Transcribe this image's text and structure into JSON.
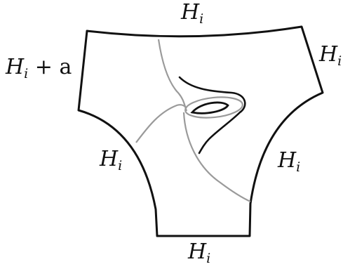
{
  "figure": {
    "labels": {
      "top": {
        "base": "H",
        "sub": "i",
        "tail": ""
      },
      "upper_right": {
        "base": "H",
        "sub": "i",
        "tail": ""
      },
      "upper_left": {
        "base": "H",
        "sub": "i",
        "tail": " + a"
      },
      "lower_left": {
        "base": "H",
        "sub": "i",
        "tail": ""
      },
      "lower_right": {
        "base": "H",
        "sub": "i",
        "tail": ""
      },
      "bottom": {
        "base": "H",
        "sub": "i",
        "tail": ""
      }
    },
    "colors": {
      "boundary": "#111111",
      "gray_curves": "#9a9a9a",
      "dark_curve": "#111111"
    }
  }
}
